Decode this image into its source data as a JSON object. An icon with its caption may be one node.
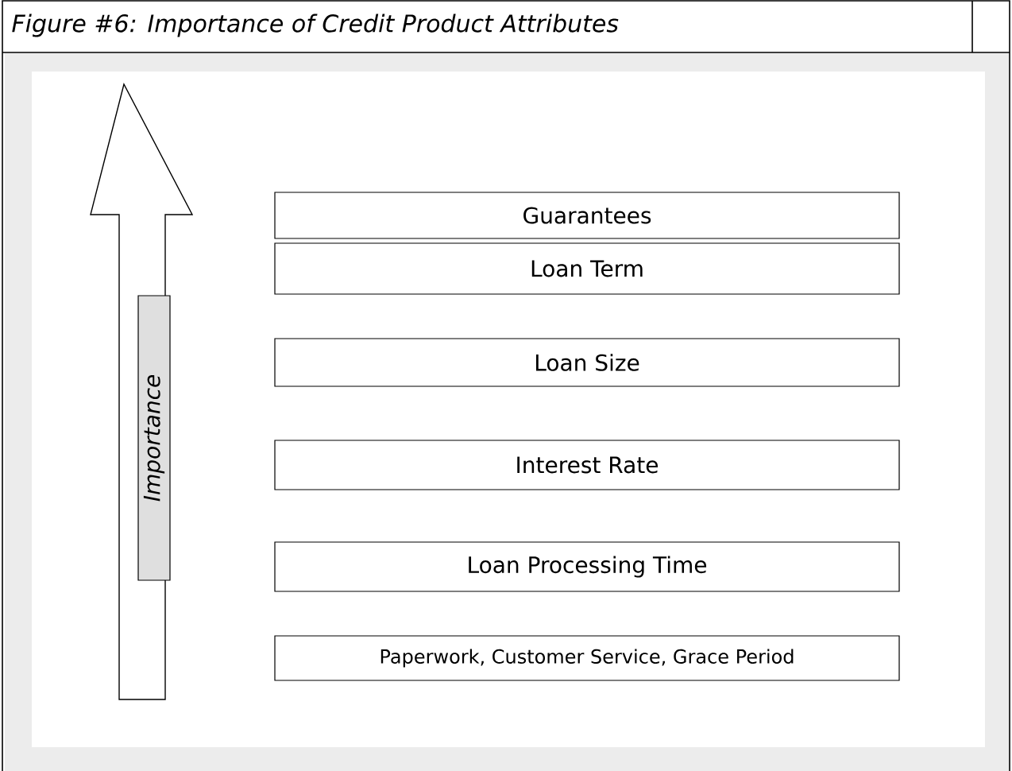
{
  "diagram": {
    "title": "Figure #6: Importance of Credit Product Attributes",
    "nodes": [
      {
        "text": [
          "Importance"
        ]
      },
      {
        "text": [
          "Guarantees"
        ]
      },
      {
        "text": [
          "Loan Term"
        ]
      },
      {
        "text": [
          "Loan Size"
        ]
      },
      {
        "text": [
          "Interest Rate"
        ]
      },
      {
        "text": [
          "Loan Processing Time"
        ]
      },
      {
        "text": [
          "Paperwork, Customer Service, Grace Period"
        ]
      }
    ]
  }
}
